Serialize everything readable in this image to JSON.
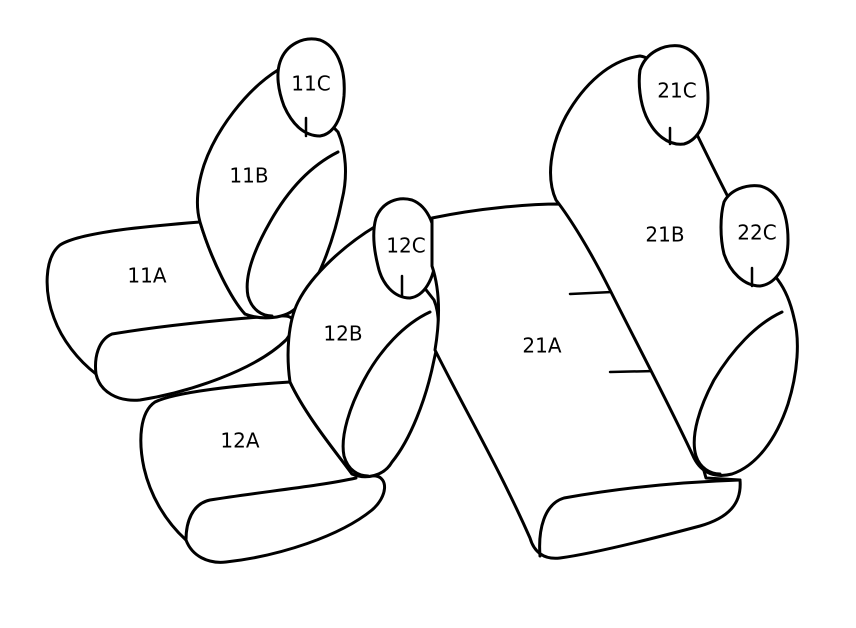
{
  "diagram": {
    "line_color": "#000000",
    "background": "#ffffff",
    "parts": {
      "p11A": "11A",
      "p11B": "11B",
      "p11C": "11C",
      "p12A": "12A",
      "p12B": "12B",
      "p12C": "12C",
      "p21A": "21A",
      "p21B": "21B",
      "p21C": "21C",
      "p22C": "22C"
    }
  }
}
